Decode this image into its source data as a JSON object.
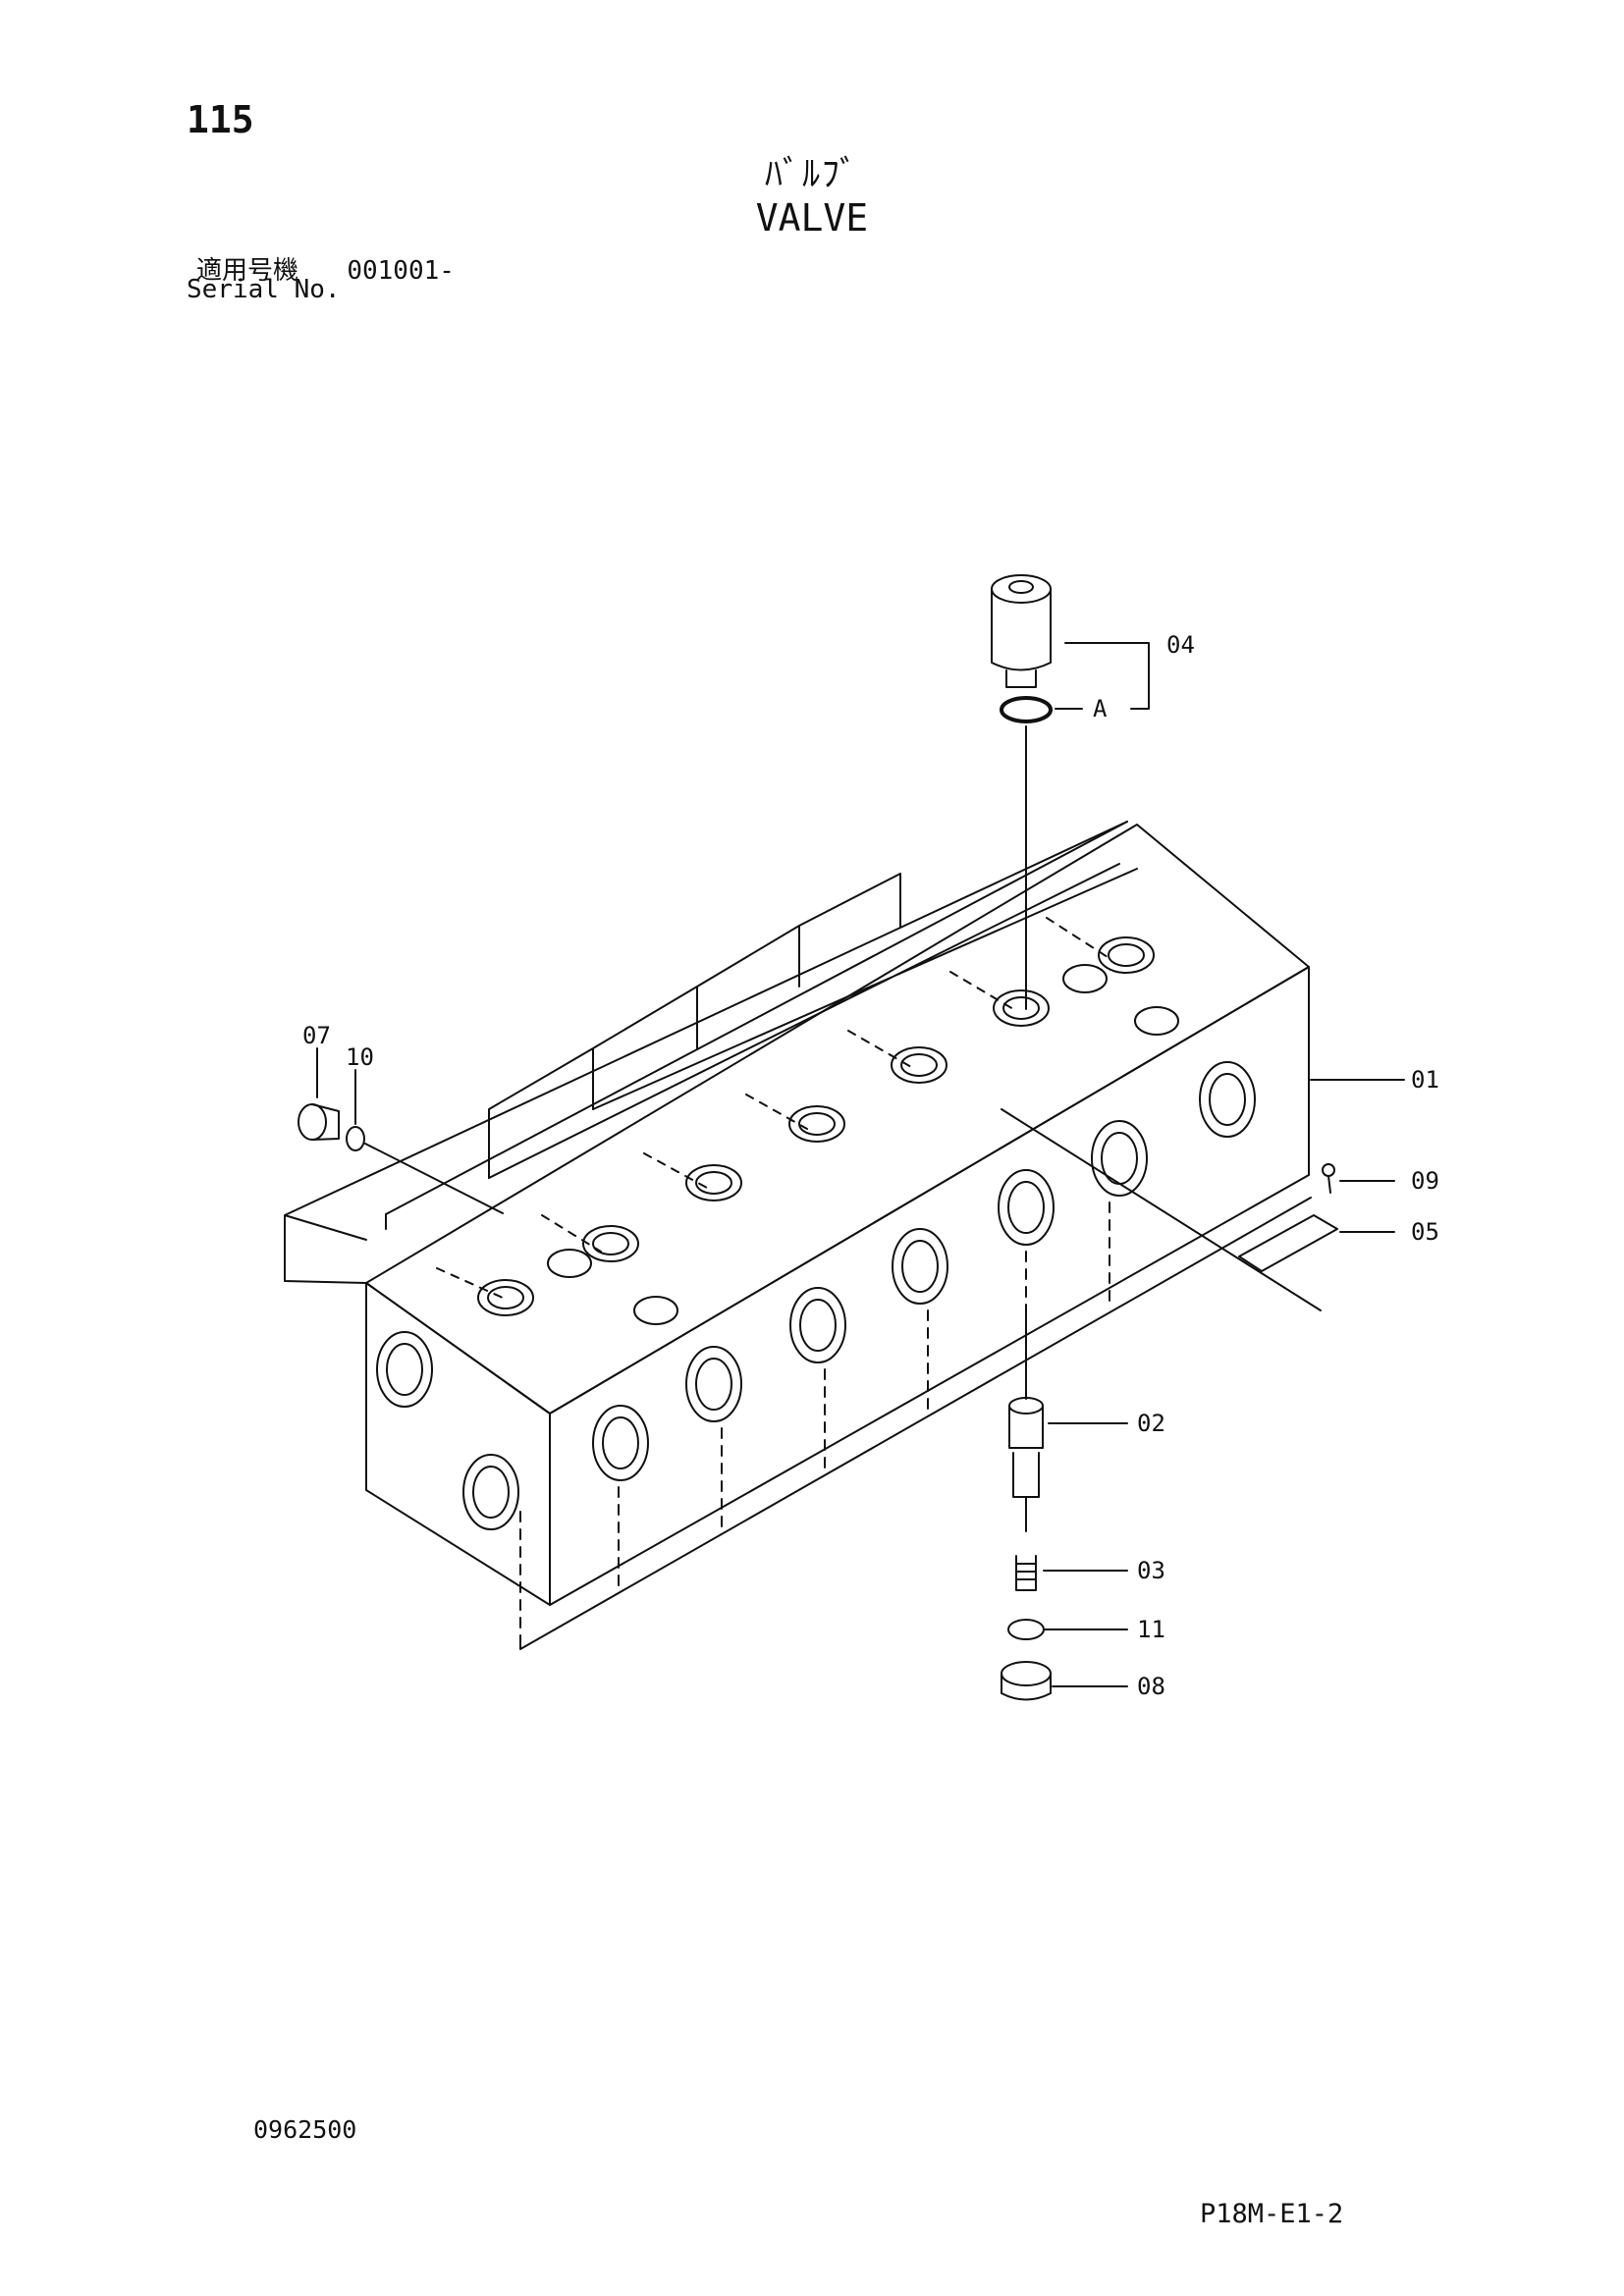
{
  "header": {
    "page_number": "115",
    "title_ja": "ﾊﾞﾙﾌﾞ",
    "title_en": "VALVE",
    "serial_label_ja": "適用号機",
    "serial_value": "001001-",
    "serial_label_en": "Serial No."
  },
  "callouts": [
    {
      "id": "04",
      "label": "04"
    },
    {
      "id": "A",
      "label": "A"
    },
    {
      "id": "07",
      "label": "07"
    },
    {
      "id": "10",
      "label": "10"
    },
    {
      "id": "01",
      "label": "01"
    },
    {
      "id": "09",
      "label": "09"
    },
    {
      "id": "05",
      "label": "05"
    },
    {
      "id": "02",
      "label": "02"
    },
    {
      "id": "03",
      "label": "03"
    },
    {
      "id": "11",
      "label": "11"
    },
    {
      "id": "08",
      "label": "08"
    }
  ],
  "footer": {
    "doc_code": "0962500",
    "figure_code": "P18M-E1-2"
  }
}
